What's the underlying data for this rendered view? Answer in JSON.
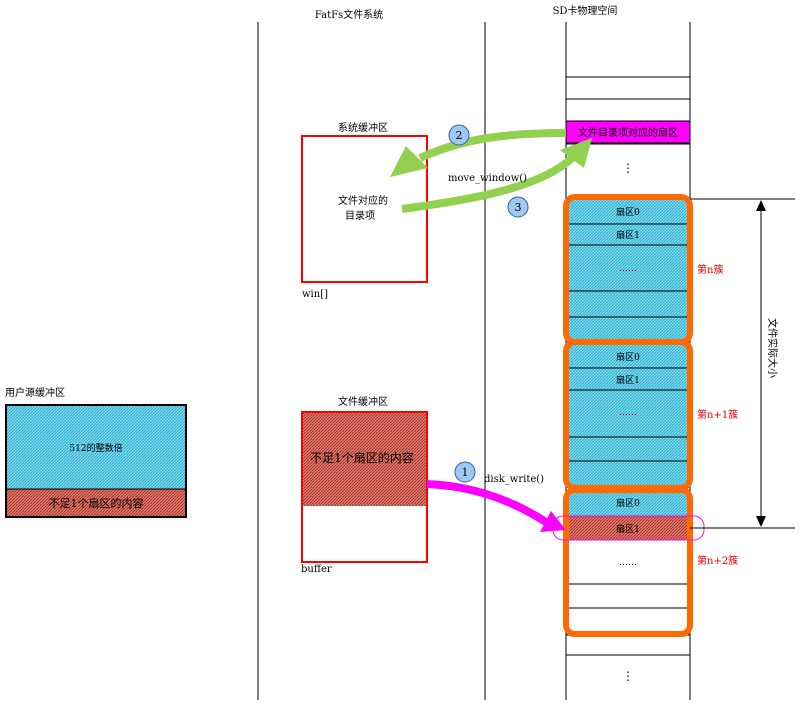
{
  "columns": {
    "fatfs": "FatFs文件系统",
    "sd": "SD卡物理空间"
  },
  "user_buffer": {
    "title": "用户源缓冲区",
    "full": "512的整数倍",
    "partial": "不足1个扇区的内容"
  },
  "sys_buffer": {
    "title": "系统缓冲区",
    "line1": "文件对应的",
    "line2": "目录项",
    "var": "win[]"
  },
  "file_buffer": {
    "title": "文件缓冲区",
    "content": "不足1个扇区的内容",
    "var": "buffer"
  },
  "dir_sector": "文件目录项对应的扇区",
  "dots": "……",
  "vdots": "⋮",
  "clusters": [
    {
      "label": "第n簇",
      "sectors": [
        "扇区0",
        "扇区1",
        "……"
      ]
    },
    {
      "label": "第n+1簇",
      "sectors": [
        "扇区0",
        "扇区1",
        "……"
      ]
    },
    {
      "label": "第n+2簇",
      "sectors": [
        "扇区0",
        "扇区1",
        "……"
      ]
    }
  ],
  "file_size_label": "文件实际大小",
  "steps": [
    {
      "num": "1",
      "func": "disk_write()"
    },
    {
      "num": "2",
      "func": ""
    },
    {
      "num": "3",
      "func": "move_window()"
    }
  ],
  "colors": {
    "cyan_fill": "#46c8e6",
    "red_fill": "#c84a3c",
    "magenta": "#ff00ff",
    "orange": "#ff6a00",
    "green": "#92d050",
    "red_border": "#ff0000",
    "circle_fill": "#9ec9f2"
  }
}
